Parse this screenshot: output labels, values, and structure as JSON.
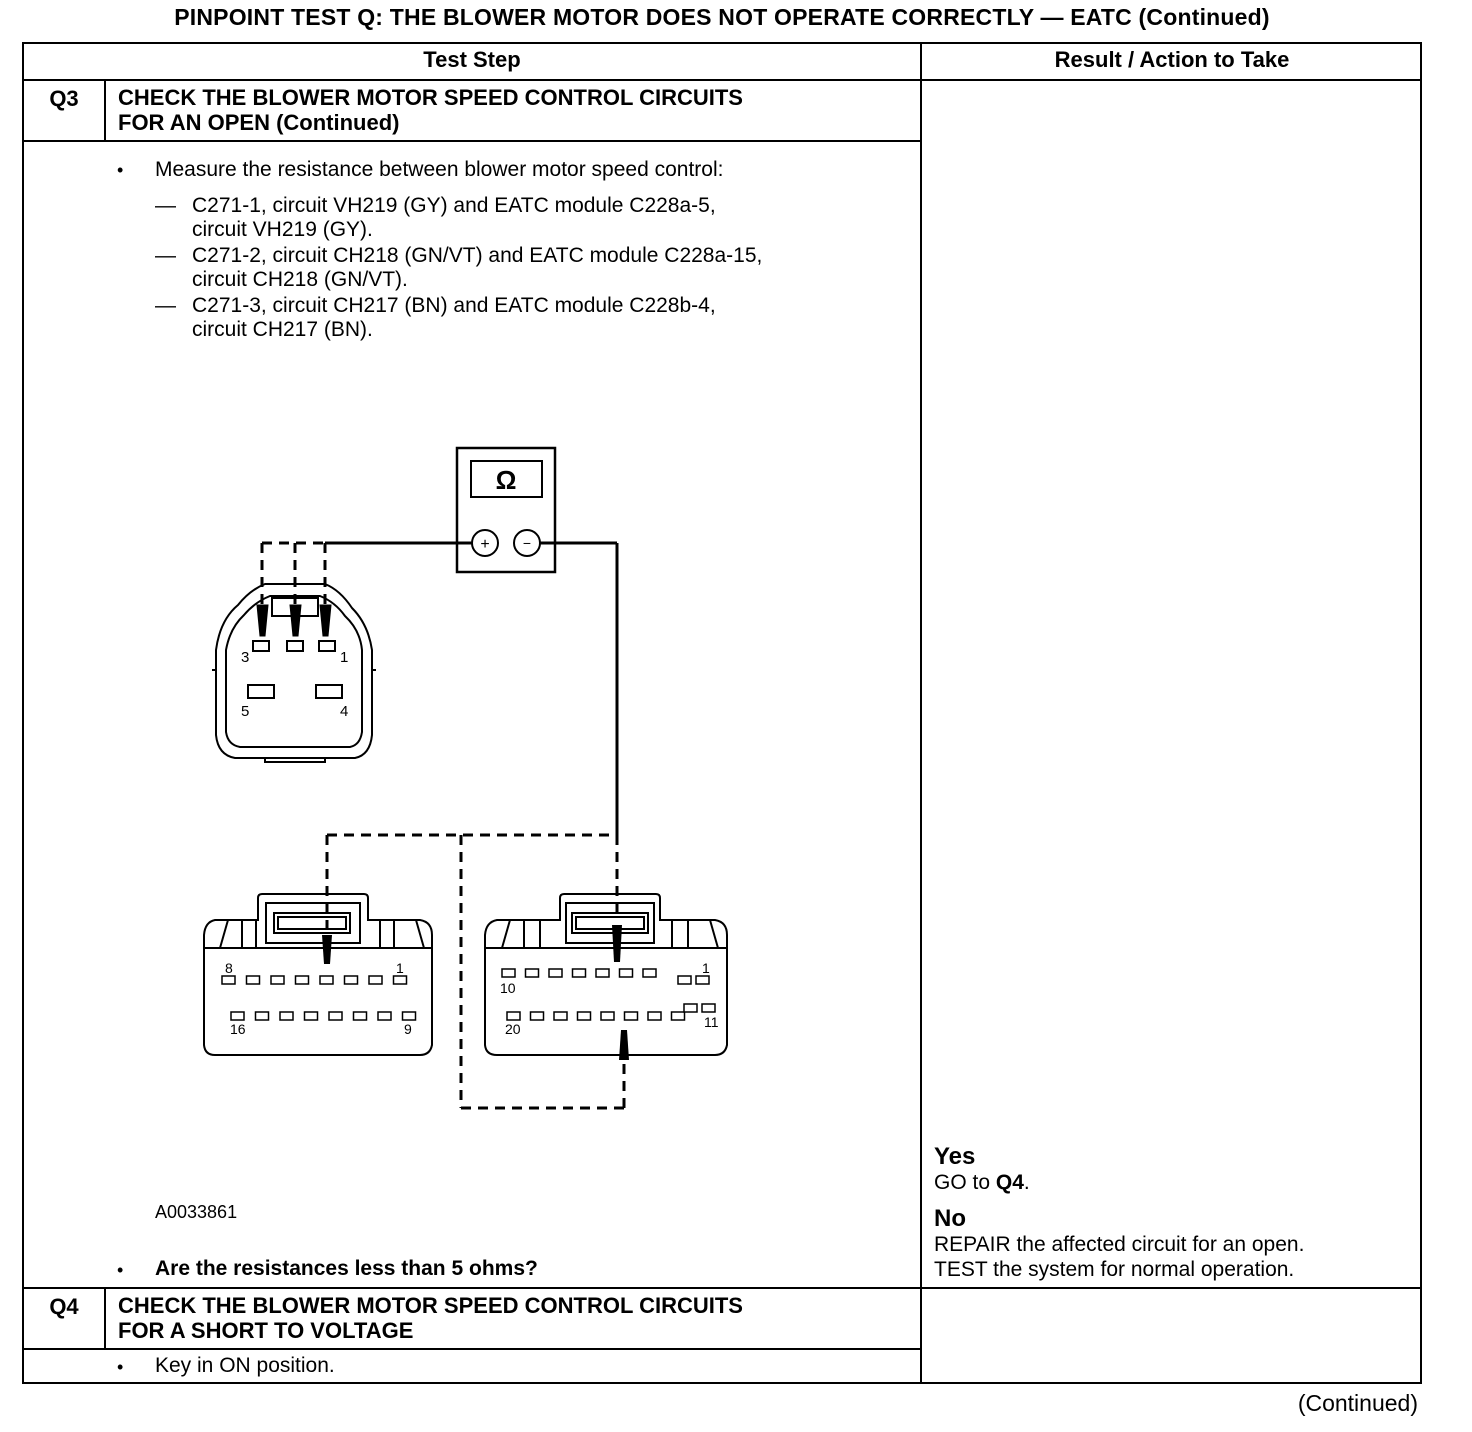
{
  "title": "PINPOINT TEST  Q: THE BLOWER MOTOR DOES NOT OPERATE CORRECTLY — EATC (Continued)",
  "headers": {
    "test_step": "Test Step",
    "result": "Result / Action to Take"
  },
  "q3": {
    "id": "Q3",
    "title_line1": "CHECK THE BLOWER MOTOR SPEED CONTROL CIRCUITS",
    "title_line2": "FOR AN OPEN (Continued)",
    "bullet1": "Measure the resistance between blower motor speed control:",
    "items": [
      {
        "line1": "C271-1, circuit VH219 (GY) and EATC module C228a-5,",
        "line2": "circuit VH219 (GY)."
      },
      {
        "line1": "C271-2, circuit CH218 (GN/VT) and EATC module C228a-15,",
        "line2": "circuit CH218 (GN/VT)."
      },
      {
        "line1": "C271-3, circuit CH217 (BN) and EATC module C228b-4,",
        "line2": "circuit CH217 (BN)."
      }
    ],
    "figure_id": "A0033861",
    "question": "Are the resistances less than 5 ohms?"
  },
  "q3_result": {
    "yes_label": "Yes",
    "yes_text": "GO to",
    "yes_target": "Q4",
    "yes_end": ".",
    "no_label": "No",
    "no_line1": "REPAIR the affected circuit for an open.",
    "no_line2": "TEST the system for normal operation."
  },
  "q4": {
    "id": "Q4",
    "title_line1": "CHECK THE BLOWER MOTOR SPEED CONTROL CIRCUITS",
    "title_line2": "FOR A SHORT TO VOLTAGE",
    "bullet1": "Key in ON position."
  },
  "diagram": {
    "meter_symbol": "Ω",
    "plus": "+",
    "minus": "−",
    "c271_pins": [
      "3",
      "1",
      "5",
      "4"
    ],
    "c228a_pins": [
      "8",
      "1",
      "16",
      "9"
    ],
    "c228b_pins": [
      "1",
      "10",
      "20",
      "11"
    ]
  },
  "footer": "(Continued)"
}
